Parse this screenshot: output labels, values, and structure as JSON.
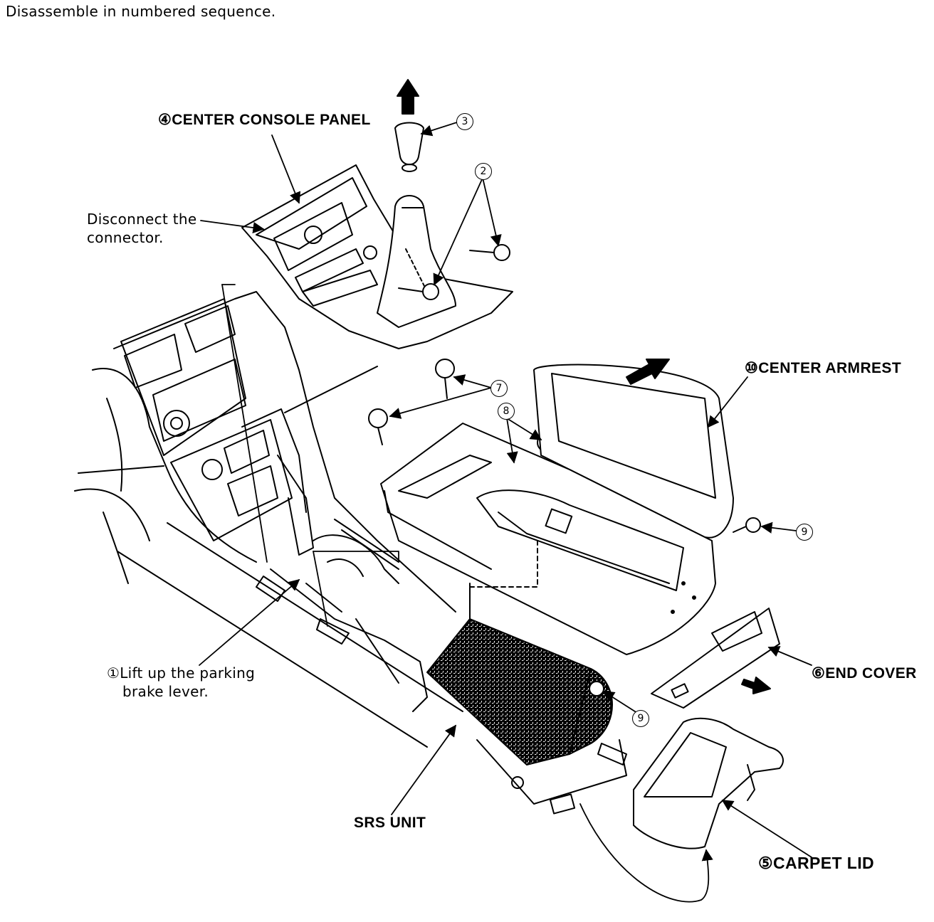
{
  "header": {
    "instruction": "Disassemble in numbered sequence."
  },
  "labels": {
    "center_console_panel": "④CENTER CONSOLE PANEL",
    "disconnect_line1": "Disconnect the",
    "disconnect_line2": "connector.",
    "center_armrest": "⑩CENTER ARMREST",
    "parking_line1": "①Lift up the parking",
    "parking_line2": "brake lever.",
    "end_cover": "⑥END COVER",
    "srs_unit": "SRS UNIT",
    "carpet_lid": "⑤CARPET LID"
  },
  "callouts": {
    "two": "2",
    "three": "3",
    "seven": "7",
    "eight": "8",
    "nine_top": "9",
    "nine_bottom": "9"
  }
}
